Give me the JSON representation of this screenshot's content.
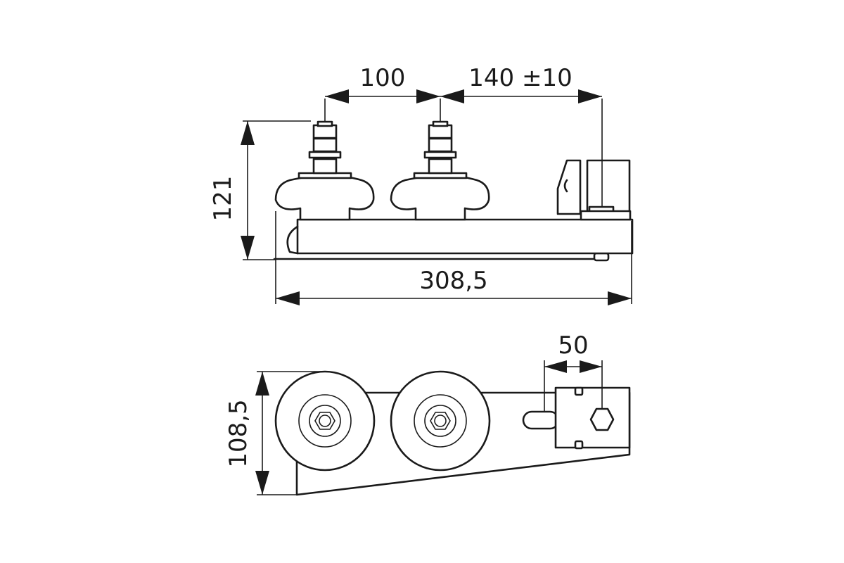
{
  "colors": {
    "line": "#1a1a1a",
    "background": "#ffffff"
  },
  "dimensions": {
    "pitch": "100",
    "offset": "140 ±10",
    "height": "121",
    "length": "308,5",
    "clamp_width": "50",
    "wheel_height": "108,5"
  }
}
